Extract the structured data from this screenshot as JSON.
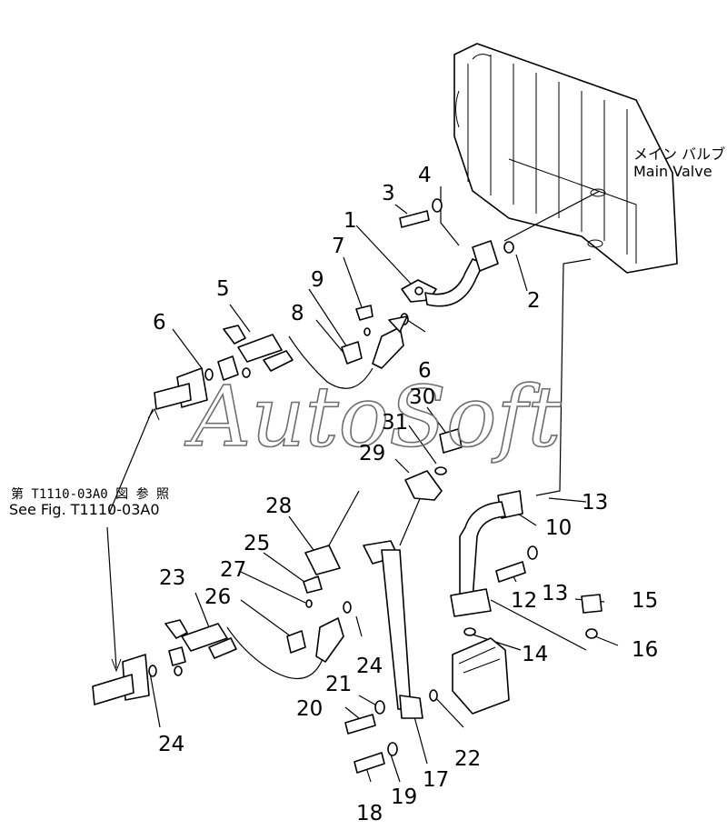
{
  "labels": {
    "main_valve_jp": "メイン バルブ",
    "main_valve_en": "Main Valve",
    "see_fig_jp": "第 T1110-03A0 図 参 照",
    "see_fig_en": "See Fig. T1110-03A0",
    "watermark": "AutoSoft"
  },
  "part_numbers": {
    "n1": "1",
    "n2": "2",
    "n3": "3",
    "n4": "4",
    "n5": "5",
    "n6a": "6",
    "n6b": "6",
    "n7": "7",
    "n8": "8",
    "n9": "9",
    "n10": "10",
    "n12": "12",
    "n13a": "13",
    "n13b": "13",
    "n14": "14",
    "n15": "15",
    "n16": "16",
    "n17": "17",
    "n18": "18",
    "n19": "19",
    "n20": "20",
    "n21": "21",
    "n22": "22",
    "n23": "23",
    "n24a": "24",
    "n24b": "24",
    "n25": "25",
    "n26": "26",
    "n27": "27",
    "n28": "28",
    "n29": "29",
    "n30": "30",
    "n31": "31"
  }
}
